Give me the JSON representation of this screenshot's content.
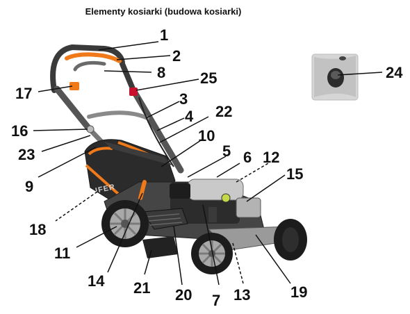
{
  "title": "Elementy kosiarki (budowa kosiarki)",
  "brand": "IFER",
  "colors": {
    "accent_orange": "#f07a1a",
    "body_dark": "#2b2b2b",
    "metal_gray": "#9a9a9a"
  },
  "callouts": {
    "c1": "1",
    "c2": "2",
    "c3": "3",
    "c4": "4",
    "c5": "5",
    "c6": "6",
    "c7": "7",
    "c8": "8",
    "c9": "9",
    "c10": "10",
    "c11": "11",
    "c12": "12",
    "c13": "13",
    "c14": "14",
    "c15": "15",
    "c16": "16",
    "c17": "17",
    "c18": "18",
    "c19": "19",
    "c20": "20",
    "c21": "21",
    "c22": "22",
    "c23": "23",
    "c24": "24",
    "c25": "25"
  }
}
